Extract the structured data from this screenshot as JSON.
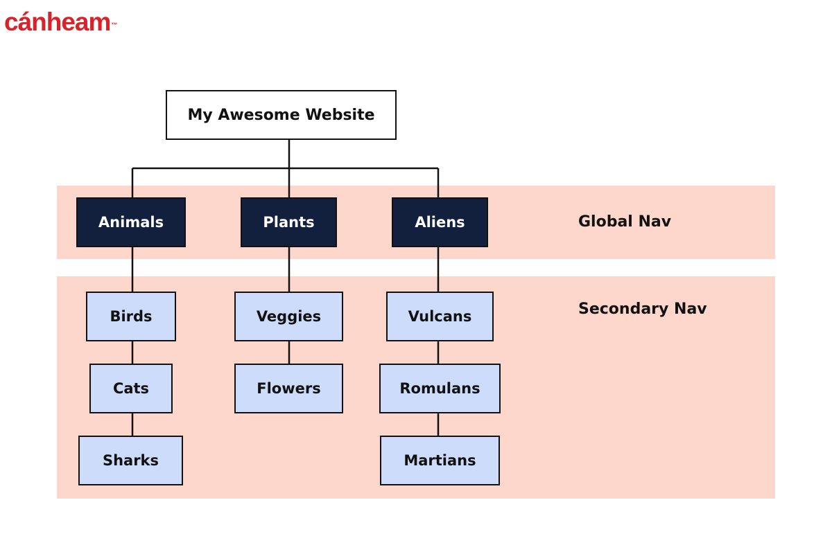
{
  "logo": {
    "text": "cánheam",
    "tm": "™"
  },
  "bands": {
    "global_label": "Global Nav",
    "secondary_label": "Secondary Nav"
  },
  "tree": {
    "root": "My Awesome Website",
    "columns": [
      {
        "label": "Animals",
        "children": [
          "Birds",
          "Cats",
          "Sharks"
        ]
      },
      {
        "label": "Plants",
        "children": [
          "Veggies",
          "Flowers"
        ]
      },
      {
        "label": "Aliens",
        "children": [
          "Vulcans",
          "Romulans",
          "Martians"
        ]
      }
    ]
  },
  "colors": {
    "logo": "#d8232a",
    "band": "#fdd6cc",
    "global_node": "#13203d",
    "secondary_node": "#ccdcfa",
    "line": "#111111"
  }
}
